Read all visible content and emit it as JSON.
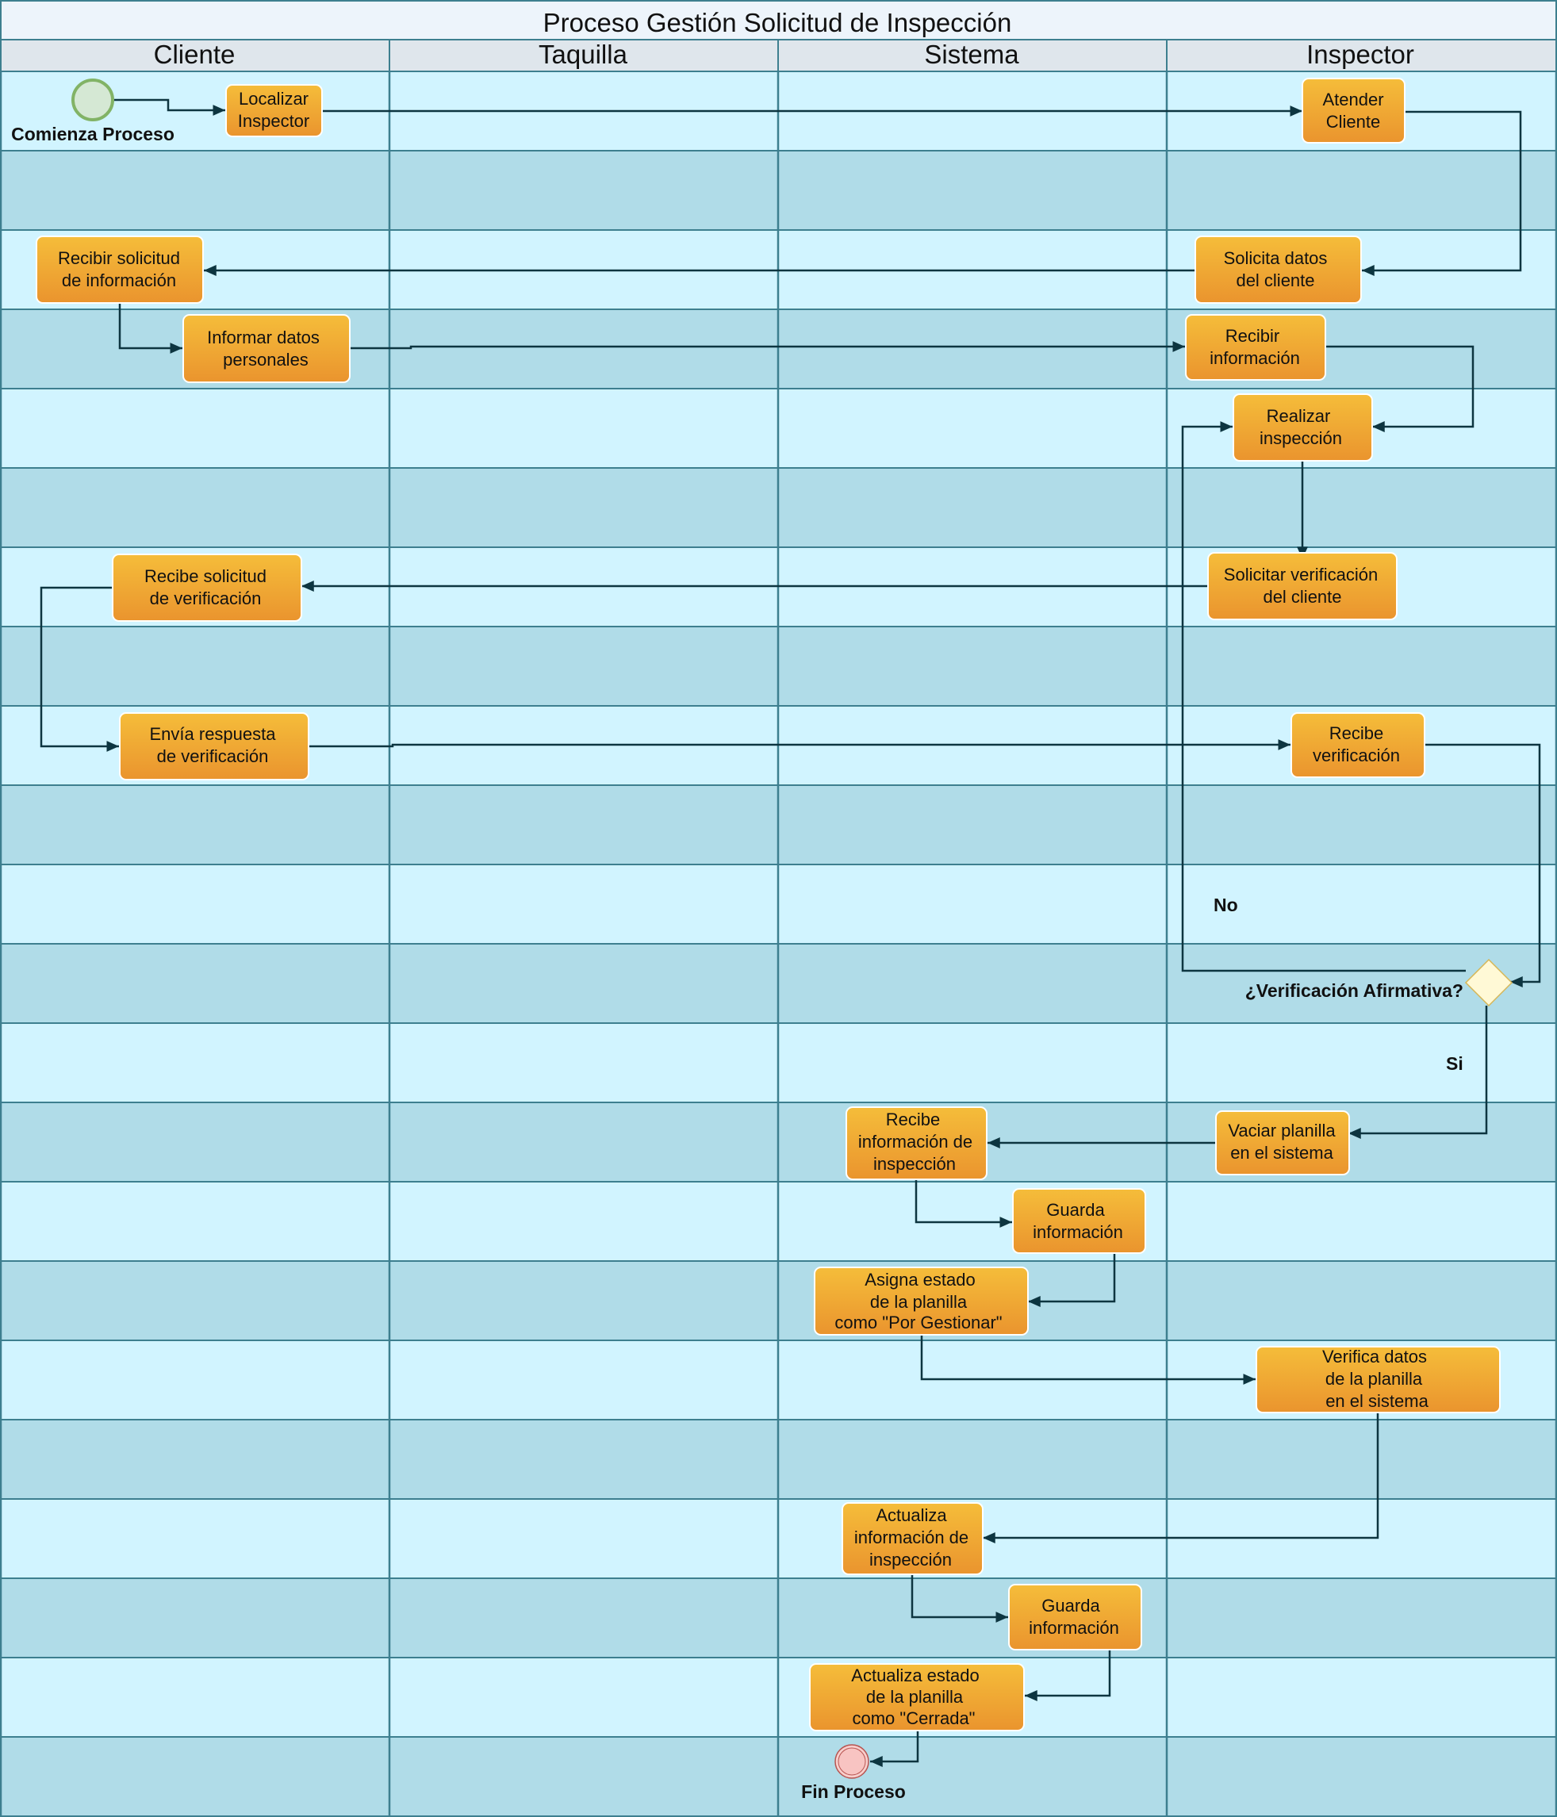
{
  "title": "Proceso Gestión Solicitud de Inspección",
  "lanes": [
    {
      "id": "cliente",
      "label": "Cliente"
    },
    {
      "id": "taquilla",
      "label": "Taquilla"
    },
    {
      "id": "sistema",
      "label": "Sistema"
    },
    {
      "id": "inspector",
      "label": "Inspector"
    }
  ],
  "colors": {
    "row_light": "#d1f4ff",
    "row_dark": "#b0dce8",
    "header": "#dfe6ec",
    "title_bg": "#edf4fb",
    "grid": "#3d7f8f",
    "task_top": "#f5bd3a",
    "task_bottom": "#ea942e",
    "edge": "#0d3540"
  },
  "events": [
    {
      "id": "start",
      "kind": "start",
      "label": "Comienza Proceso"
    },
    {
      "id": "end",
      "kind": "end",
      "label": "Fin Proceso"
    }
  ],
  "tasks": [
    {
      "id": "t1",
      "lines": [
        "Localizar",
        "Inspector"
      ]
    },
    {
      "id": "t2",
      "lines": [
        "Atender",
        "Cliente"
      ]
    },
    {
      "id": "t3",
      "lines": [
        "Solicita datos",
        "del cliente"
      ]
    },
    {
      "id": "t4",
      "lines": [
        "Recibir solicitud",
        "de información"
      ]
    },
    {
      "id": "t5",
      "lines": [
        "Informar datos",
        "personales"
      ]
    },
    {
      "id": "t6",
      "lines": [
        "Recibir",
        "información"
      ]
    },
    {
      "id": "t7",
      "lines": [
        "Realizar",
        "inspección"
      ]
    },
    {
      "id": "t8",
      "lines": [
        "Solicitar verificación",
        "del cliente"
      ]
    },
    {
      "id": "t9",
      "lines": [
        "Recibe solicitud",
        "de verificación"
      ]
    },
    {
      "id": "t10",
      "lines": [
        "Envía respuesta",
        "de verificación"
      ]
    },
    {
      "id": "t11",
      "lines": [
        "Recibe",
        "verificación"
      ]
    },
    {
      "id": "t12",
      "lines": [
        "Vaciar planilla",
        "en el sistema"
      ]
    },
    {
      "id": "t13",
      "lines": [
        "Recibe",
        "información de",
        "inspección"
      ]
    },
    {
      "id": "t14",
      "lines": [
        "Guarda",
        "información"
      ]
    },
    {
      "id": "t15",
      "lines": [
        "Asigna estado",
        "de la planilla",
        "como \"Por Gestionar\""
      ]
    },
    {
      "id": "t16",
      "lines": [
        "Verifica datos",
        "de la planilla",
        "en el sistema"
      ]
    },
    {
      "id": "t17",
      "lines": [
        "Actualiza",
        "información de",
        "inspección"
      ]
    },
    {
      "id": "t18",
      "lines": [
        "Guarda",
        "información"
      ]
    },
    {
      "id": "t19",
      "lines": [
        "Actualiza estado",
        "de la planilla",
        "como \"Cerrada\""
      ]
    }
  ],
  "gateway": {
    "id": "g1",
    "label": "¿Verificación Afirmativa?"
  },
  "edge_labels": {
    "no": "No",
    "si": "Si"
  },
  "edges": [
    {
      "from": "start",
      "to": "t1"
    },
    {
      "from": "t1",
      "to": "t2"
    },
    {
      "from": "t2",
      "to": "t3"
    },
    {
      "from": "t3",
      "to": "t4"
    },
    {
      "from": "t4",
      "to": "t5"
    },
    {
      "from": "t5",
      "to": "t6"
    },
    {
      "from": "t6",
      "to": "t7"
    },
    {
      "from": "t7",
      "to": "t8"
    },
    {
      "from": "t8",
      "to": "t9"
    },
    {
      "from": "t9",
      "to": "t10"
    },
    {
      "from": "t10",
      "to": "t11"
    },
    {
      "from": "t11",
      "to": "g1"
    },
    {
      "from": "g1",
      "to": "t7",
      "label": "No"
    },
    {
      "from": "g1",
      "to": "t12",
      "label": "Si"
    },
    {
      "from": "t12",
      "to": "t13"
    },
    {
      "from": "t13",
      "to": "t14"
    },
    {
      "from": "t14",
      "to": "t15"
    },
    {
      "from": "t15",
      "to": "t16"
    },
    {
      "from": "t16",
      "to": "t17"
    },
    {
      "from": "t17",
      "to": "t18"
    },
    {
      "from": "t18",
      "to": "t19"
    },
    {
      "from": "t19",
      "to": "end"
    }
  ]
}
